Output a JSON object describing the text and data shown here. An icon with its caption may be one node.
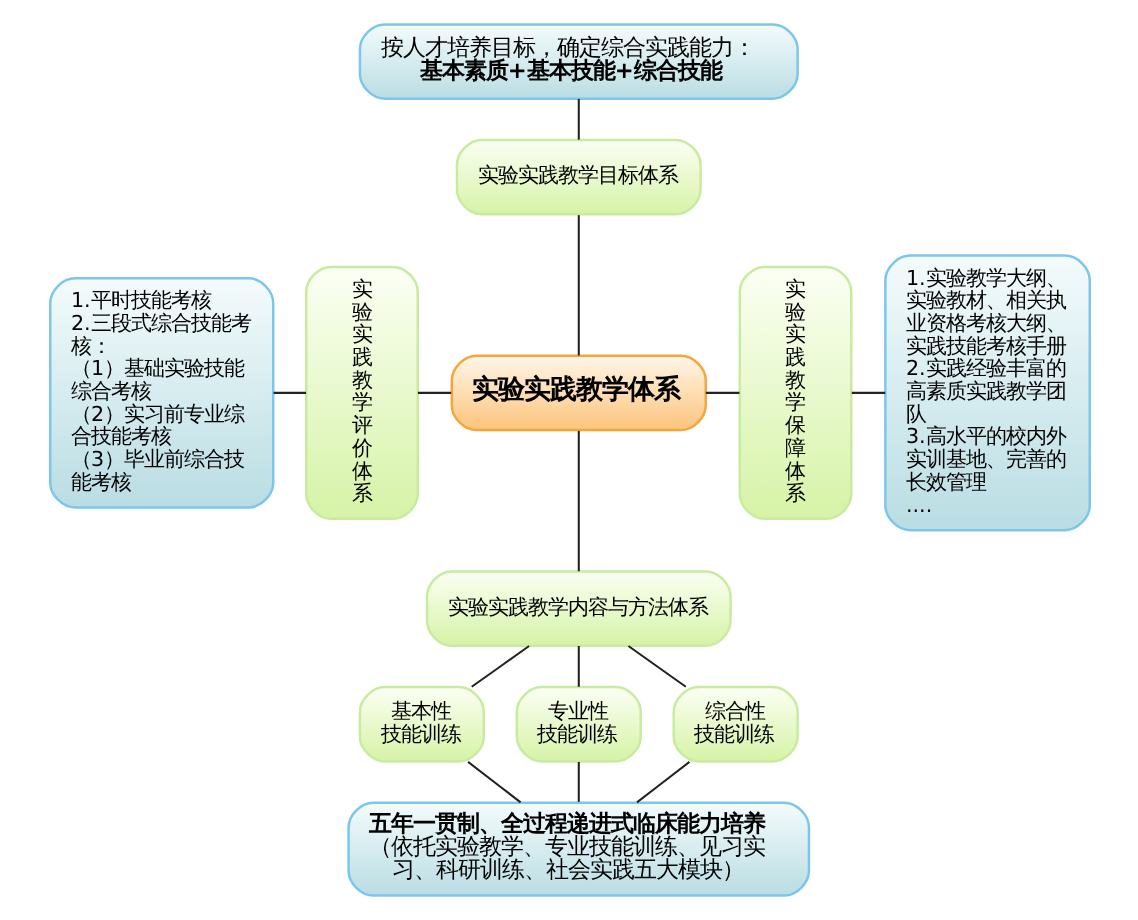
{
  "diagram": {
    "nodes": [
      {
        "text": [
          "按人才培养目标，确定综合实践能力：",
          "基本素质+基本技能+综合技能"
        ]
      },
      {
        "text": [
          "1.平时技能考核",
          "2.三段式综合技能考核：",
          "（1）基础实验技能综合考核",
          "（2）实习前专业综合技能考核",
          "（3）毕业前综合技能考核"
        ]
      },
      {
        "text": [
          "实验实践教学评价体系"
        ]
      },
      {
        "text": [
          "实验实践教学目标体系"
        ]
      },
      {
        "text": [
          "实验实践教学体系"
        ]
      },
      {
        "text": [
          "实验实践教学内容与方法体系"
        ]
      },
      {
        "text": [
          "实验实践教学保障体系"
        ]
      },
      {
        "text": [
          "1.实验教学大纲、实验教材、相关执业资格考核大纲、实践技能考核手册",
          "2.实践经验丰富的高素质实践教学团队",
          "3.高水平的校内外实训基地、完善的长效管理",
          "...."
        ]
      },
      {
        "text": [
          "基本性技能训练"
        ]
      },
      {
        "text": [
          "专业性技能训练"
        ]
      },
      {
        "text": [
          "综合性技能训练"
        ]
      },
      {
        "text": [
          "五年一贯制、全过程递进式临床能力培养",
          "（依托实验教学、专业技能训练、见习实习、科研训练、社会实践五大模块）"
        ]
      }
    ],
    "edges": [
      {
        "from": 0,
        "to": 3,
        "arrow": "none"
      },
      {
        "from": 3,
        "to": 4,
        "arrow": "none"
      },
      {
        "from": 1,
        "to": 2,
        "arrow": "none"
      },
      {
        "from": 2,
        "to": 4,
        "arrow": "none"
      },
      {
        "from": 4,
        "to": 6,
        "arrow": "none"
      },
      {
        "from": 6,
        "to": 7,
        "arrow": "none"
      },
      {
        "from": 4,
        "to": 5,
        "arrow": "none"
      },
      {
        "from": 5,
        "to": 8,
        "arrow": "none"
      },
      {
        "from": 5,
        "to": 9,
        "arrow": "none"
      },
      {
        "from": 5,
        "to": 10,
        "arrow": "none"
      },
      {
        "from": 8,
        "to": 11,
        "arrow": "none"
      },
      {
        "from": 9,
        "to": 11,
        "arrow": "none"
      },
      {
        "from": 10,
        "to": 11,
        "arrow": "none"
      }
    ]
  }
}
